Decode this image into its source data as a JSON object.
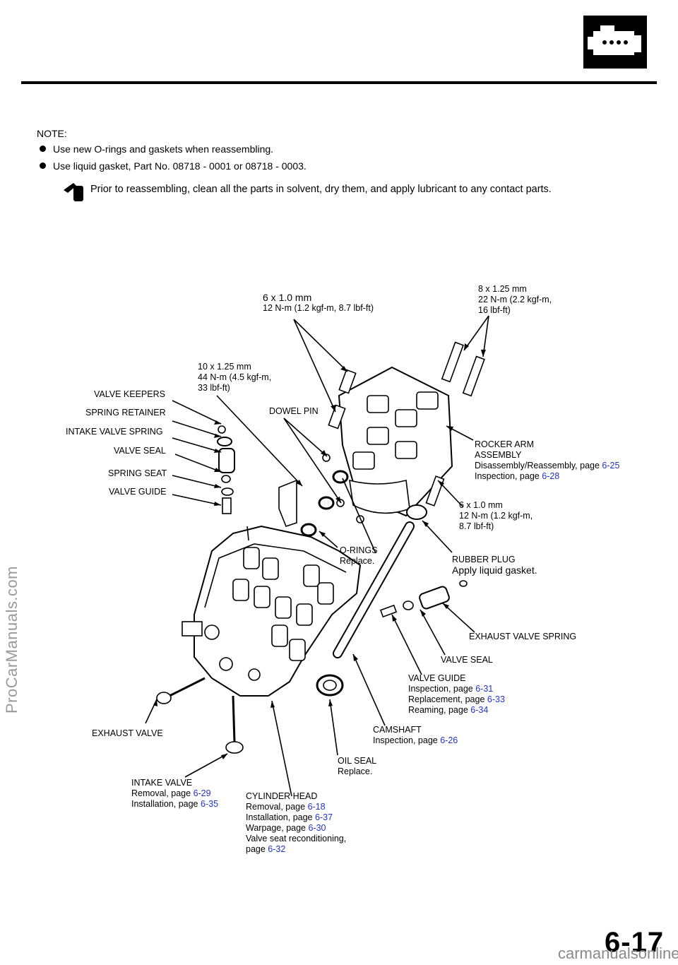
{
  "note": {
    "title": "NOTE:",
    "bullets": [
      "Use new O-rings and gaskets when reassembling.",
      "Use liquid gasket, Part No. 08718 - 0001  or 08718 - 0003."
    ],
    "prior": "Prior to reassembling, clean all the parts in solvent, dry them, and apply lubricant to any contact parts."
  },
  "labels": {
    "bolt6_top": {
      "size": "6 x 1.0 mm",
      "torque": "12 N-m (1.2 kgf-m, 8.7 lbf-ft)"
    },
    "bolt8": {
      "size": "8  x  1.25  mm",
      "torque1": "22  N-m  (2.2 kgf-m,",
      "torque2": "16 lbf-ft)"
    },
    "bolt10": {
      "size": "10  x  1.25  mm",
      "torque1": "44  N-m  (4.5 kgf-m,",
      "torque2": "33 lbf-ft)"
    },
    "valve_keepers": "VALVE KEEPERS",
    "spring_retainer": "SPRING RETAINER",
    "intake_valve_spring": "INTAKE VALVE SPRING",
    "valve_seal_left": "VALVE SEAL",
    "spring_seat": "SPRING SEAT",
    "valve_guide_left": "VALVE  GUIDE",
    "dowel_pin": "DOWEL  PIN",
    "rocker_arm": {
      "title1": "ROCKER  ARM",
      "title2": "ASSEMBLY",
      "l1": "Disassembly/Reassembly,  page ",
      "p1": "6-25",
      "l2": "Inspection, page ",
      "p2": "6-28"
    },
    "bolt6_right": {
      "size": "6  x  1.0  mm",
      "torque1": "12  N-m  (1.2 kgf-m,",
      "torque2": "8.7  lbf-ft)"
    },
    "o_rings": {
      "title": "O-RINGS",
      "sub": "Replace."
    },
    "rubber_plug": {
      "title": "RUBBER PLUG",
      "sub": "Apply liquid gasket."
    },
    "exhaust_valve_spring": "EXHAUST VALVE SPRING",
    "valve_seal_right": "VALVE  SEAL",
    "valve_guide_right": {
      "title": "VALVE  GUIDE",
      "l1": "Inspection,  page ",
      "p1": "6-31",
      "l2": "Replacement,  page ",
      "p2": "6-33",
      "l3": "Reaming,  page ",
      "p3": "6-34"
    },
    "exhaust_valve": "EXHAUST  VALVE",
    "camshaft": {
      "title": "CAMSHAFT",
      "l1": "Inspection,  page ",
      "p1": "6-26"
    },
    "oil_seal": {
      "title": "OIL SEAL",
      "sub": "Replace."
    },
    "intake_valve": {
      "title": "INTAKE  VALVE",
      "l1": "Removal, page ",
      "p1": "6-29",
      "l2": "Installation, page ",
      "p2": "6-35"
    },
    "cylinder_head": {
      "title": "CYLINDER HEAD",
      "l1": "Removal, page ",
      "p1": "6-18",
      "l2": "Installation, page ",
      "p2": "6-37",
      "l3": "Warpage,  page ",
      "p3": "6-30",
      "l4": "Valve  seat  reconditioning,",
      "l5": "page ",
      "p5": "6-32"
    }
  },
  "watermark_side": "ProCarManuals.com",
  "watermark_foot": "carmanualsonline.info",
  "page_number": "6-17",
  "colors": {
    "link": "#2233cc",
    "watermark": "#9a9a9a"
  }
}
